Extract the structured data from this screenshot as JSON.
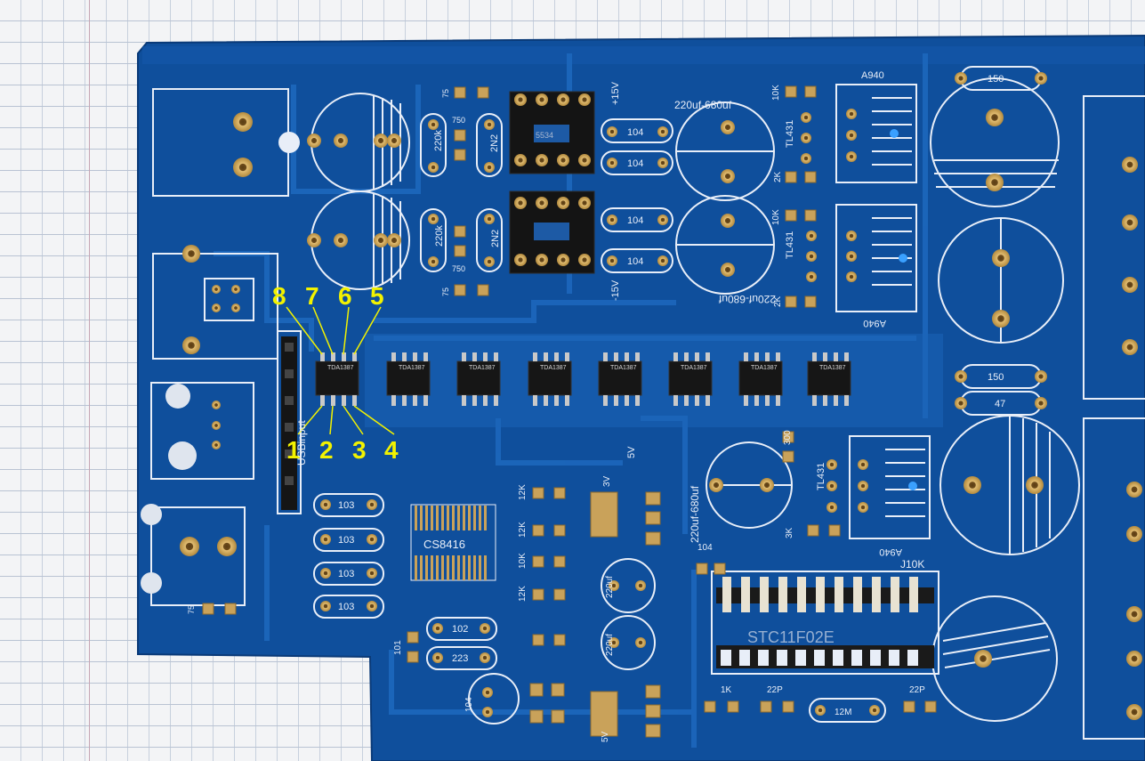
{
  "colors": {
    "pcb": "#0f4f9c",
    "pcb_dark": "#0a3a78",
    "silk": "#e8eef8",
    "pad": "#c9a25a",
    "annotation": "#f2f200"
  },
  "annotations": {
    "pins_top": [
      "8",
      "7",
      "6",
      "5"
    ],
    "pins_bottom": [
      "1",
      "2",
      "3",
      "4"
    ]
  },
  "silkscreen": {
    "cap_top": "220uf-680uf",
    "cap_mid": "220uf-680uf",
    "cap_low": "220uf-680uf",
    "transistor_top": "A940",
    "transistor_mid": "A940",
    "transistor_low": "A940",
    "reg_top": "TL431",
    "reg_mid": "TL431",
    "reg_low": "TL431",
    "rail_pos": "+15V",
    "rail_neg": "-15V",
    "res_150_top": "150",
    "res_150_mid": "150",
    "res_47": "47",
    "res_104_a": "104",
    "res_104_b": "104",
    "res_104_c": "104",
    "res_104_d": "104",
    "res_750_a": "750",
    "res_750_b": "750",
    "res_220k_a": "220k",
    "res_220k_b": "220k",
    "cap_2n2_a": "2N2",
    "cap_2n2_b": "2N2",
    "res_75_a": "75",
    "res_75_b": "75",
    "res_75_c": "75",
    "res_10k_a": "10K",
    "res_10k_b": "10K",
    "res_2k_a": "2K",
    "res_2k_b": "2K",
    "res_3k": "3K",
    "res_300": "300",
    "opamp_top": "5534",
    "usb_label": "USBinput",
    "chip_cs": "CS8416",
    "res_103_a": "103",
    "res_103_b": "103",
    "res_103_c": "103",
    "res_103_d": "103",
    "res_102": "102",
    "res_223": "223",
    "label_101": "101",
    "label_104_low": "104",
    "label_104_j": "104",
    "label_j10k": "J10K",
    "res_12k_a": "12K",
    "res_12k_b": "12K",
    "res_12k_c": "12K",
    "res_10k_c": "10K",
    "label_5v": "5V",
    "label_5v_b": "5V",
    "label_3v": "3V",
    "cap_220uf_a": "220uf",
    "cap_220uf_b": "220uf",
    "label_1k": "1K",
    "label_22p_a": "22P",
    "label_22p_b": "22P",
    "label_12m": "12M",
    "label_sticker": "STC11F02E",
    "chip_marks": [
      "TDA1387",
      "TDA1387",
      "TDA1387",
      "TDA1387",
      "TDA1387",
      "TDA1387",
      "TDA1387",
      "TDA1387"
    ]
  }
}
